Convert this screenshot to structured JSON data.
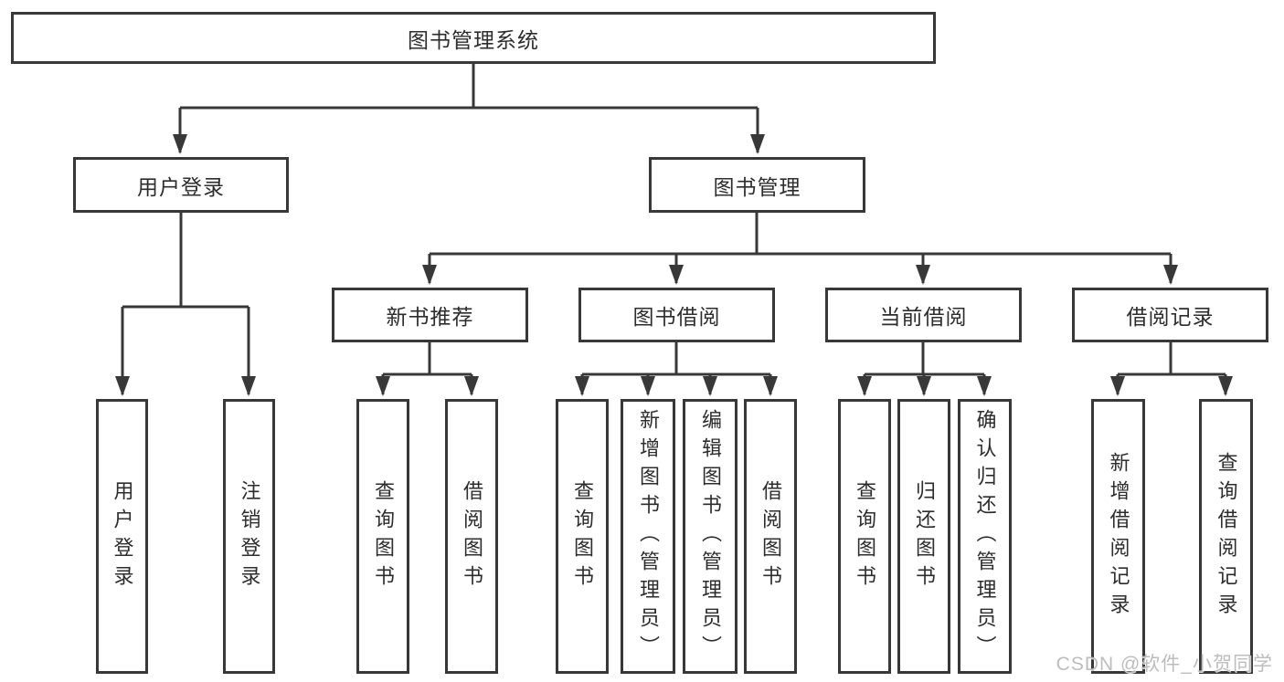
{
  "diagram": {
    "root": {
      "label": "图书管理系统"
    },
    "level2": [
      {
        "label": "用户登录"
      },
      {
        "label": "图书管理"
      }
    ],
    "level3": [
      {
        "label": "新书推荐"
      },
      {
        "label": "图书借阅"
      },
      {
        "label": "当前借阅"
      },
      {
        "label": "借阅记录"
      }
    ],
    "leaves": {
      "user_login": [
        {
          "label": "用户登录"
        },
        {
          "label": "注销登录"
        }
      ],
      "new_book_recommend": [
        {
          "label": "查询图书"
        },
        {
          "label": "借阅图书"
        }
      ],
      "book_borrow": [
        {
          "label": "查询图书"
        },
        {
          "label": "新增图书（管理员）"
        },
        {
          "label": "编辑图书（管理员）"
        },
        {
          "label": "借阅图书"
        }
      ],
      "current_borrow": [
        {
          "label": "查询图书"
        },
        {
          "label": "归还图书"
        },
        {
          "label": "确认归还（管理员）"
        }
      ],
      "borrow_record": [
        {
          "label": "新增借阅记录"
        },
        {
          "label": "查询借阅记录"
        }
      ]
    }
  },
  "watermark": {
    "text": "CSDN @软件_小贺同学"
  },
  "colors": {
    "line": "#383838",
    "box_border": "#383838",
    "text": "#2d2d2d",
    "watermark": "#b9b9b9",
    "background": "#ffffff"
  }
}
